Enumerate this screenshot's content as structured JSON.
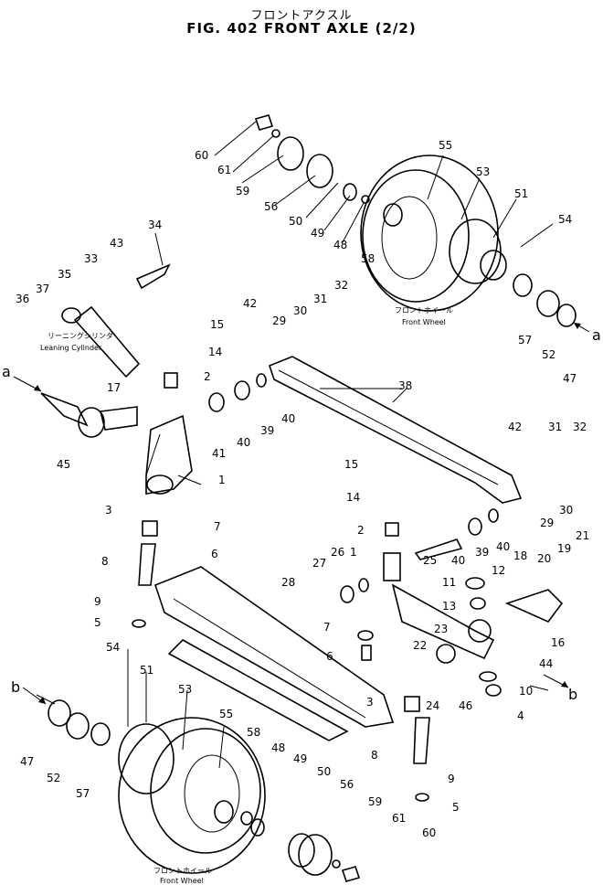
{
  "header": {
    "title_jp": "フロントアクスル",
    "title": "FIG. 402  FRONT AXLE (2/2)"
  },
  "captions": {
    "front_wheel_top_jp": "フロントホイール",
    "front_wheel_top": "Front Wheel",
    "leaning_cylinder_jp": "リーニングシリンダ",
    "leaning_cylinder": "Leaning Cylinder",
    "front_wheel_bottom_jp": "フロントホイール",
    "front_wheel_bottom": "Front Wheel"
  },
  "refs": {
    "a_left": "a",
    "a_right": "a",
    "b_left": "b",
    "b_right": "b"
  },
  "callouts": {
    "n60a": "60",
    "n61a": "61",
    "n59a": "59",
    "n56a": "56",
    "n50a": "50",
    "n49a": "49",
    "n48a": "48",
    "n55a": "55",
    "n53a": "53",
    "n51a": "51",
    "n54a": "54",
    "n58a": "58",
    "n57a": "57",
    "n52a": "52",
    "n47a": "47",
    "n34": "34",
    "n43": "43",
    "n33": "33",
    "n35": "35",
    "n37": "37",
    "n36": "36",
    "n42a": "42",
    "n30a": "30",
    "n31a": "31",
    "n32a": "32",
    "n29a": "29",
    "n15a": "15",
    "n14a": "14",
    "n2a": "2",
    "n17": "17",
    "n45": "45",
    "n38": "38",
    "n41": "41",
    "n40a": "40",
    "n39a": "39",
    "n40b": "40",
    "n1a": "1",
    "n3a": "3",
    "n7a": "7",
    "n6a": "6",
    "n8a": "8",
    "n9a": "9",
    "n5a": "5",
    "n42b": "42",
    "n31b": "31",
    "n32b": "32",
    "n30b": "30",
    "n29b": "29",
    "n15b": "15",
    "n14b": "14",
    "n2b": "2",
    "n25": "25",
    "n40c": "40",
    "n39b": "39",
    "n40d": "40",
    "n21": "21",
    "n18": "18",
    "n20": "20",
    "n19": "19",
    "n27": "27",
    "n26": "26",
    "n1b": "1",
    "n11": "11",
    "n12": "12",
    "n13": "13",
    "n28": "28",
    "n16": "16",
    "n7b": "7",
    "n6b": "6",
    "n23": "23",
    "n22": "22",
    "n44": "44",
    "n10": "10",
    "n4": "4",
    "n46": "46",
    "n24": "24",
    "n3b": "3",
    "n54b": "54",
    "n51b": "51",
    "n53b": "53",
    "n55b": "55",
    "n58b": "58",
    "n47b": "47",
    "n52b": "52",
    "n57b": "57",
    "n48b": "48",
    "n49b": "49",
    "n50b": "50",
    "n56b": "56",
    "n8b": "8",
    "n9b": "9",
    "n5b": "5",
    "n59b": "59",
    "n61b": "61",
    "n60b": "60"
  }
}
